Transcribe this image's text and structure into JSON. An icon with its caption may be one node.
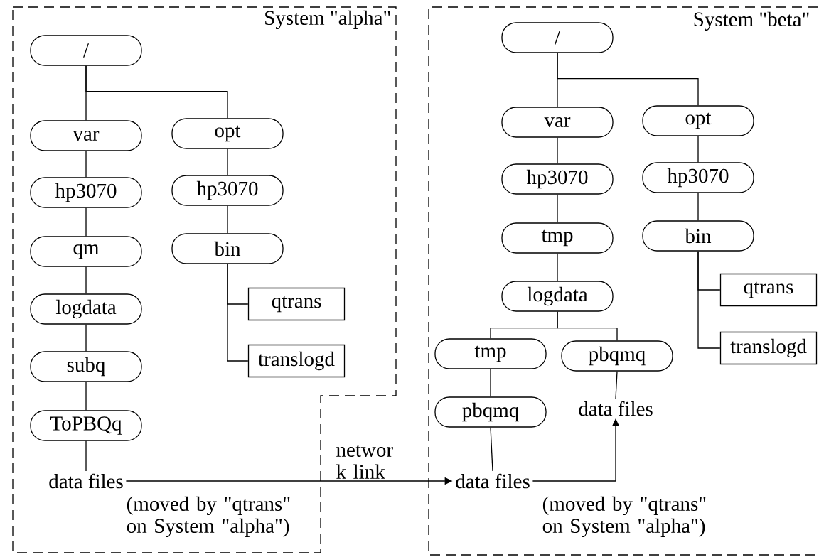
{
  "diagram": {
    "nodes": [
      {
        "text": [
          "System \"alpha\""
        ]
      },
      {
        "text": [
          "/"
        ],
        "in": 0
      },
      {
        "text": [
          "var"
        ],
        "in": 0
      },
      {
        "text": [
          "hp3070"
        ],
        "in": 0
      },
      {
        "text": [
          "qm"
        ],
        "in": 0
      },
      {
        "text": [
          "logdata"
        ],
        "in": 0
      },
      {
        "text": [
          "subq"
        ],
        "in": 0
      },
      {
        "text": [
          "ToPBQq"
        ],
        "in": 0
      },
      {
        "text": [
          "data files"
        ],
        "in": 0
      },
      {
        "text": [
          "opt"
        ],
        "in": 0
      },
      {
        "text": [
          "hp3070"
        ],
        "in": 0
      },
      {
        "text": [
          "bin"
        ],
        "in": 0
      },
      {
        "text": [
          "qtrans"
        ],
        "in": 0
      },
      {
        "text": [
          "translogd"
        ],
        "in": 0
      },
      {
        "text": [
          "System \"beta\""
        ]
      },
      {
        "text": [
          "/"
        ],
        "in": 14
      },
      {
        "text": [
          "var"
        ],
        "in": 14
      },
      {
        "text": [
          "hp3070"
        ],
        "in": 14
      },
      {
        "text": [
          "tmp"
        ],
        "in": 14
      },
      {
        "text": [
          "logdata"
        ],
        "in": 14
      },
      {
        "text": [
          "tmp"
        ],
        "in": 14
      },
      {
        "text": [
          "pbqmq"
        ],
        "in": 14
      },
      {
        "text": [
          "pbqmq"
        ],
        "in": 14
      },
      {
        "text": [
          "data files"
        ],
        "in": 14
      },
      {
        "text": [
          "data files"
        ],
        "in": 14
      },
      {
        "text": [
          "opt"
        ],
        "in": 14
      },
      {
        "text": [
          "hp3070"
        ],
        "in": 14
      },
      {
        "text": [
          "bin"
        ],
        "in": 14
      },
      {
        "text": [
          "qtrans"
        ],
        "in": 14
      },
      {
        "text": [
          "translogd"
        ],
        "in": 14
      }
    ],
    "edges": [
      {
        "from": 1,
        "to": 2,
        "arrow": "none"
      },
      {
        "from": 1,
        "to": 9,
        "arrow": "none"
      },
      {
        "from": 2,
        "to": 3,
        "arrow": "none"
      },
      {
        "from": 3,
        "to": 4,
        "arrow": "none"
      },
      {
        "from": 4,
        "to": 5,
        "arrow": "none"
      },
      {
        "from": 5,
        "to": 6,
        "arrow": "none"
      },
      {
        "from": 6,
        "to": 7,
        "arrow": "none"
      },
      {
        "from": 7,
        "to": 8,
        "arrow": "none"
      },
      {
        "from": 9,
        "to": 10,
        "arrow": "none"
      },
      {
        "from": 10,
        "to": 11,
        "arrow": "none"
      },
      {
        "from": 11,
        "to": 12,
        "arrow": "none"
      },
      {
        "from": 11,
        "to": 13,
        "arrow": "none"
      },
      {
        "from": 8,
        "to": 23,
        "arrow": "to",
        "label": "networ k link"
      },
      {
        "from": 15,
        "to": 16,
        "arrow": "none"
      },
      {
        "from": 15,
        "to": 25,
        "arrow": "none"
      },
      {
        "from": 16,
        "to": 17,
        "arrow": "none"
      },
      {
        "from": 17,
        "to": 18,
        "arrow": "none"
      },
      {
        "from": 18,
        "to": 19,
        "arrow": "none"
      },
      {
        "from": 19,
        "to": 20,
        "arrow": "none"
      },
      {
        "from": 19,
        "to": 21,
        "arrow": "none"
      },
      {
        "from": 20,
        "to": 22,
        "arrow": "none"
      },
      {
        "from": 22,
        "to": 23,
        "arrow": "none"
      },
      {
        "from": 21,
        "to": 24,
        "arrow": "none"
      },
      {
        "from": 23,
        "to": 24,
        "arrow": "to"
      },
      {
        "from": 25,
        "to": 26,
        "arrow": "none"
      },
      {
        "from": 26,
        "to": 27,
        "arrow": "none"
      },
      {
        "from": 27,
        "to": 28,
        "arrow": "none"
      },
      {
        "from": 27,
        "to": 29,
        "arrow": "none"
      }
    ],
    "labels": [
      "(moved by \"qtrans\" on System \"alpha\")",
      "(moved by \"qtrans\" on System \"alpha\")"
    ]
  }
}
